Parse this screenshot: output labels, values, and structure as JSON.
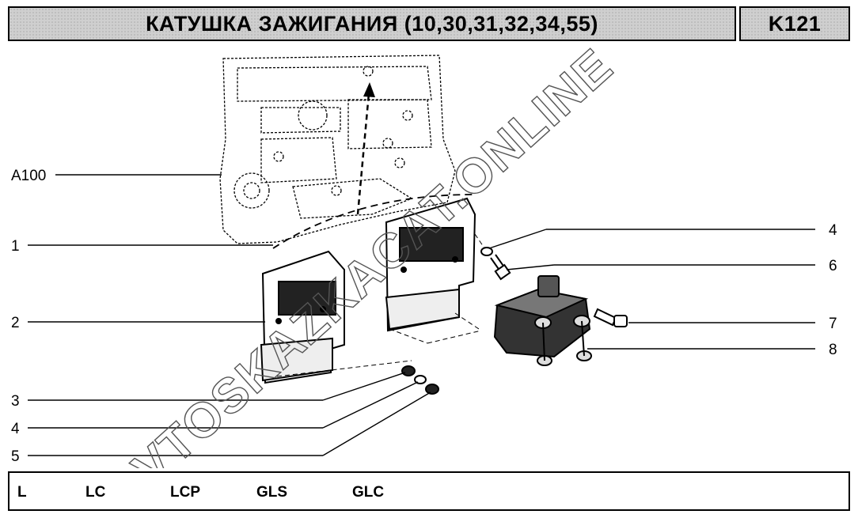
{
  "header": {
    "title": "КАТУШКА ЗАЖИГАНИЯ (10,30,31,32,34,55)",
    "code": "K121"
  },
  "callouts": {
    "a100": "A100",
    "c1": "1",
    "c2": "2",
    "c3": "3",
    "c4_left": "4",
    "c5": "5",
    "c4_right": "4",
    "c6": "6",
    "c7": "7",
    "c8": "8"
  },
  "watermark": "AVTOSKAZKACAT.ONLINE",
  "footer": {
    "models": [
      "L",
      "LC",
      "LCP",
      "GLS",
      "GLC"
    ]
  }
}
